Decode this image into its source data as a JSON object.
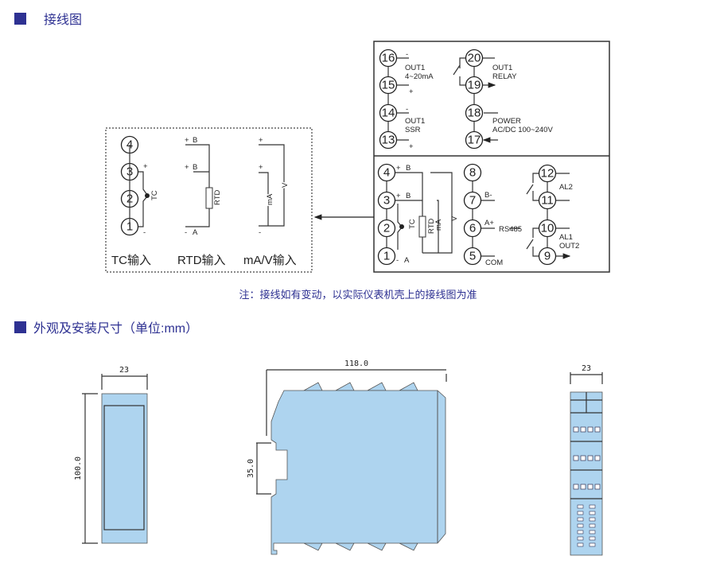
{
  "section1": {
    "title": "接线图"
  },
  "section2": {
    "title": "外观及安装尺寸（单位:mm）"
  },
  "note": "注：接线如有变动，以实际仪表机壳上的接线图为准",
  "terminal_block": {
    "terminals": [
      "1",
      "2",
      "3",
      "4",
      "5",
      "6",
      "7",
      "8",
      "9",
      "10",
      "11",
      "12",
      "13",
      "14",
      "15",
      "16",
      "17",
      "18",
      "19",
      "20"
    ],
    "out1_current": [
      "OUT1",
      "4~20mA"
    ],
    "out1_ssr": [
      "OUT1",
      "SSR"
    ],
    "out1_relay": [
      "OUT1",
      "RELAY"
    ],
    "power": [
      "POWER",
      "AC/DC 100~240V"
    ],
    "plus": "+",
    "minus": "-",
    "B": "B",
    "A": "A",
    "tc": "TC",
    "rtd": "RTD",
    "ma": "mA",
    "v": "V",
    "b_minus": "B-",
    "a_plus": "A+",
    "rs485": "RS485",
    "com": "COM",
    "al2": "AL2",
    "al1": "AL1",
    "out2": "OUT2"
  },
  "input_box": {
    "labels": [
      "TC输入",
      "RTD输入",
      "mA/V输入"
    ]
  },
  "dimensions": {
    "front_width": "23",
    "front_height": "100.0",
    "side_length": "118.0",
    "rail_height": "35.0",
    "end_width": "23"
  }
}
